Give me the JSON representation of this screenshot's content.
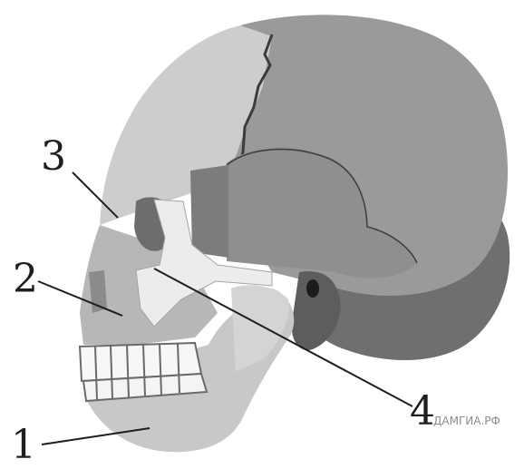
{
  "callouts": [
    {
      "id": "1",
      "label": "1"
    },
    {
      "id": "2",
      "label": "2"
    },
    {
      "id": "3",
      "label": "3"
    },
    {
      "id": "4",
      "label": "4"
    }
  ],
  "watermark": "ДАМГИА.РФ"
}
